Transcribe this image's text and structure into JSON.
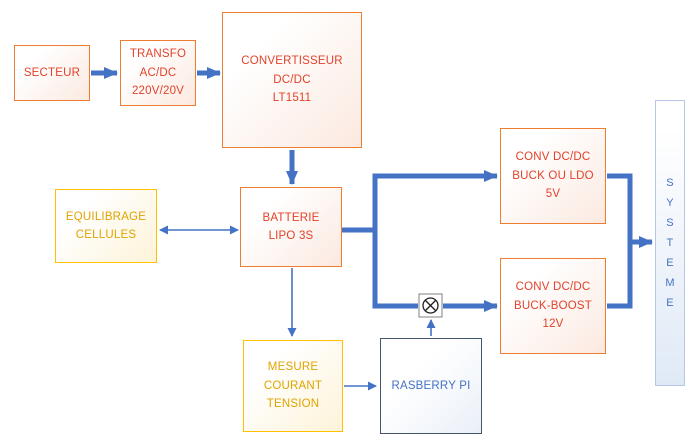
{
  "colors": {
    "connector_blue": "#4472C4",
    "box_text_red": "#E2422B",
    "box_border_orange": "#ED7D31",
    "box_text_gold": "#DFA300",
    "box_border_gold": "#FFC000",
    "box_text_blue": "#4472C4",
    "box_border_bluegray": "#44546A",
    "box_border_lightblue": "#B4C7E7"
  },
  "boxes": {
    "secteur": {
      "lines": [
        "SECTEUR"
      ]
    },
    "transfo": {
      "lines": [
        "TRANSFO",
        "AC/DC",
        "220V/20V"
      ]
    },
    "convertisseur": {
      "lines": [
        "CONVERTISSEUR",
        "DC/DC",
        "LT1511"
      ]
    },
    "equilibrage": {
      "lines": [
        "EQUILIBRAGE",
        "CELLULES"
      ]
    },
    "batterie": {
      "lines": [
        "BATTERIE",
        "LIPO 3S"
      ]
    },
    "mesure": {
      "lines": [
        "MESURE",
        "COURANT",
        "TENSION"
      ]
    },
    "raspberry": {
      "lines": [
        "RASBERRY PI"
      ]
    },
    "conv_5v": {
      "lines": [
        "CONV DC/DC",
        "BUCK OU LDO",
        "5V"
      ]
    },
    "conv_12v": {
      "lines": [
        "CONV DC/DC",
        "BUCK-BOOST",
        "12V"
      ]
    },
    "systeme": {
      "letters": [
        "S",
        "Y",
        "S",
        "T",
        "E",
        "M",
        "E"
      ]
    }
  }
}
